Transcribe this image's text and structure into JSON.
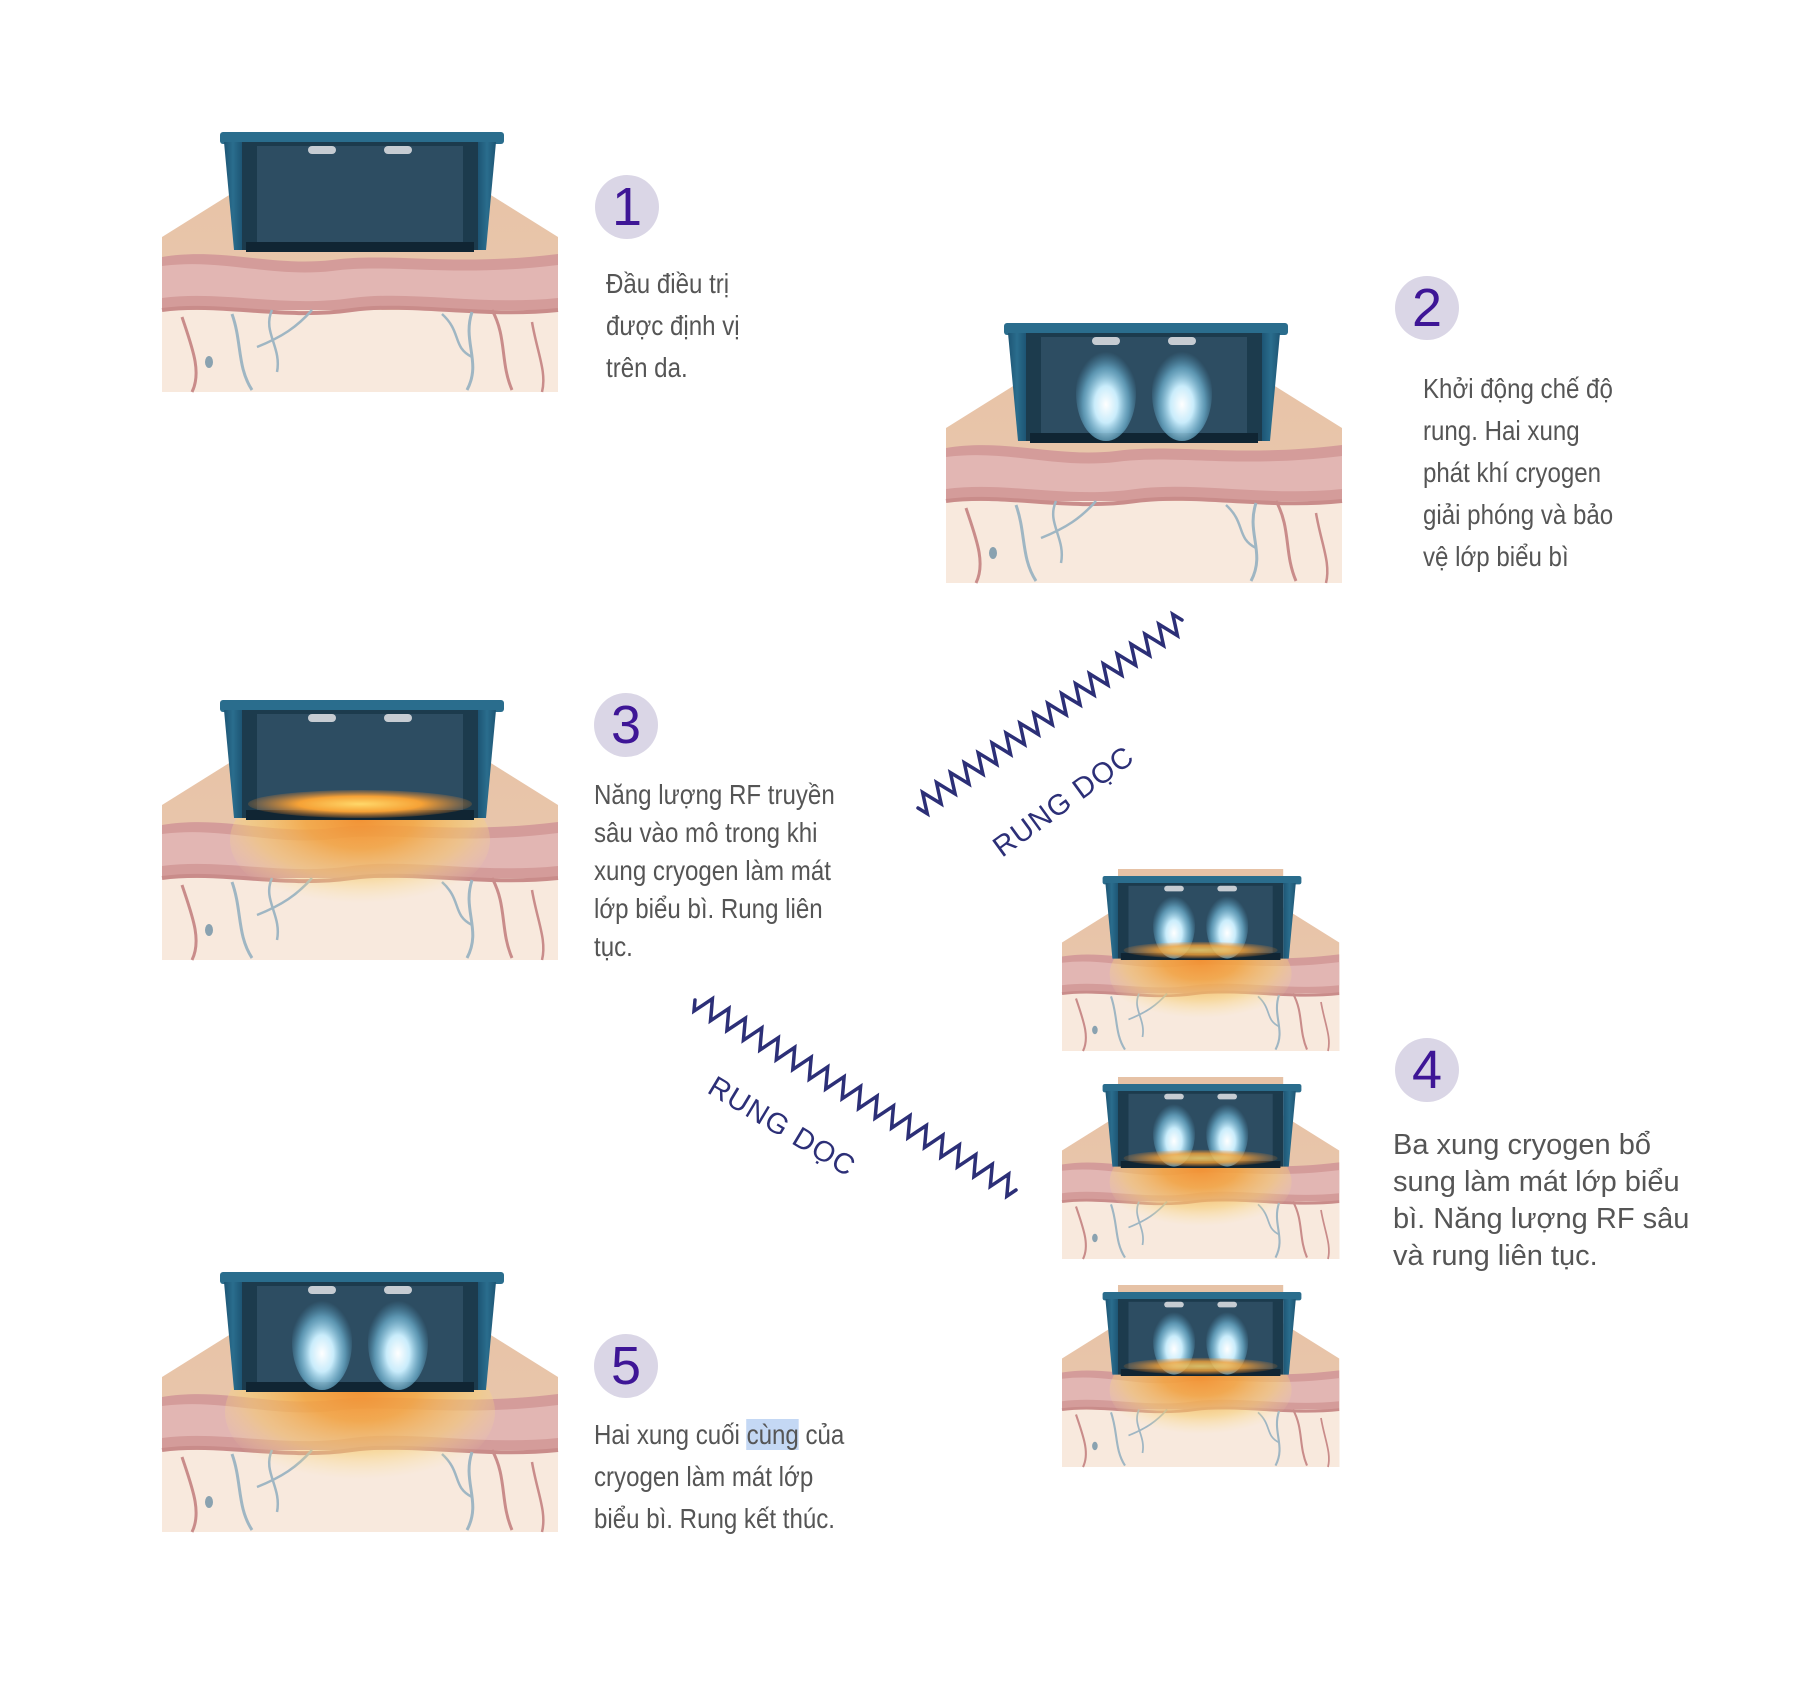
{
  "steps": [
    {
      "number": "1",
      "lines": [
        "Đầu điều trị",
        "được định vị",
        "trên da."
      ]
    },
    {
      "number": "2",
      "lines": [
        "Khởi động chế độ",
        "rung. Hai xung",
        "phát khí cryogen",
        "giải phóng và bảo",
        "vệ lớp biểu bì"
      ]
    },
    {
      "number": "3",
      "lines": [
        "Năng lượng RF truyền",
        "sâu vào mô trong khi",
        "xung cryogen làm mát",
        "lớp biểu bì. Rung liên",
        "tục."
      ]
    },
    {
      "number": "4",
      "lines": [
        "Ba xung cryogen bổ",
        "sung làm mát lớp biểu",
        "bì. Năng lượng RF sâu",
        "và rung liên tục."
      ]
    },
    {
      "number": "5",
      "lines_pre": "Hai xung cuối ",
      "highlight": "cùng",
      "lines_post": " của",
      "lines": [
        "cryogen làm mát lớp",
        "biểu bì. Rung kết thúc."
      ]
    }
  ],
  "vibration_labels": [
    "RUNG DỌC",
    "RUNG DỌC"
  ],
  "colors": {
    "accent_number": "#3e1696",
    "number_badge": "#dad6e6",
    "text": "#555555",
    "wave": "#2c2f77",
    "device_frame": "#23607e",
    "device_inner": "#2c4d62",
    "skin_surface": "#e8c4a6",
    "skin_dermis": "#d9a8a6",
    "skin_deep": "#f8e8dc",
    "cryogen": "#bfe7f8",
    "rf_heat": "#f2a23c",
    "highlight": "#c4d8f4"
  }
}
